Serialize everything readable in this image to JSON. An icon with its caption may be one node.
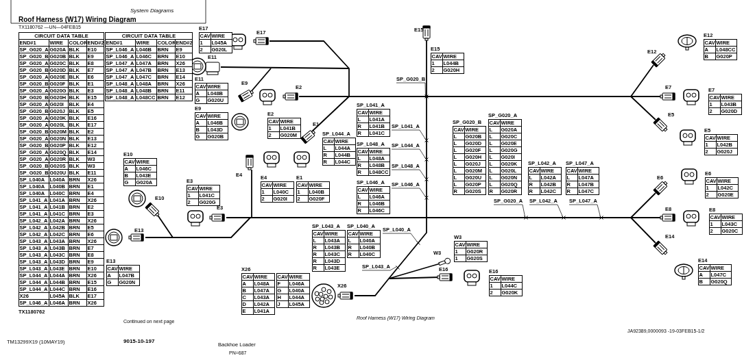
{
  "diagram": {
    "title": "Roof Harness (W17) Wiring Diagram",
    "caption": "Roof Harness (W17) Wiring Diagram",
    "nodes": [
      {
        "text": [
          "SP_G020_B"
        ]
      },
      {
        "text": [
          "SP_L041_A"
        ]
      },
      {
        "text": [
          "SP_L044_A"
        ]
      },
      {
        "text": [
          "SP_L048_A"
        ]
      },
      {
        "text": [
          "SP_L046_A"
        ]
      },
      {
        "text": [
          "SP_G020_A"
        ]
      },
      {
        "text": [
          "SP_L042_A"
        ]
      },
      {
        "text": [
          "SP_L047_A"
        ]
      },
      {
        "text": [
          "SP_L040_A"
        ]
      },
      {
        "text": [
          "SP_L043_A"
        ]
      },
      {
        "text": [],
        "shape": "cross"
      },
      {
        "text": [],
        "shape": "cross"
      },
      {
        "text": [],
        "shape": "cross"
      },
      {
        "text": [],
        "shape": "cross"
      },
      {
        "text": [],
        "shape": "cross"
      },
      {
        "text": [],
        "shape": "cross"
      },
      {
        "text": [],
        "shape": "cross"
      },
      {
        "text": [],
        "shape": "cross"
      },
      {
        "text": [],
        "shape": "cross"
      },
      {
        "text": [],
        "shape": "cross"
      }
    ],
    "edges": [
      {
        "from": 0,
        "to": 10,
        "arrow": "none"
      },
      {
        "from": 1,
        "to": 11,
        "arrow": "none"
      },
      {
        "from": 2,
        "to": 12,
        "arrow": "none"
      },
      {
        "from": 3,
        "to": 13,
        "arrow": "none"
      },
      {
        "from": 4,
        "to": 14,
        "arrow": "none"
      },
      {
        "from": 5,
        "to": 15,
        "arrow": "none"
      },
      {
        "from": 6,
        "to": 16,
        "arrow": "none"
      },
      {
        "from": 7,
        "to": 17,
        "arrow": "none"
      },
      {
        "from": 8,
        "to": 18,
        "arrow": "none"
      },
      {
        "from": 9,
        "to": 19,
        "arrow": "none"
      }
    ],
    "labels": [
      "System Diagrams",
      "TX1180762 —UN—04FEB15",
      "CIRCUIT DATA TABLE",
      "END#1",
      "WIRE",
      "COLOR",
      "END#2",
      "SP_G020_A",
      "G020A",
      "BLK",
      "E10",
      "SP_G020_B",
      "G020B",
      "BLK",
      "E9",
      "SP_G020_A",
      "G020C",
      "BLK",
      "E8",
      "SP_G020_B",
      "G020D",
      "BLK",
      "E7",
      "SP_G020_A",
      "G020E",
      "BLK",
      "E6",
      "SP_G020_B",
      "G020F",
      "BLK",
      "E1",
      "SP_G020_A",
      "G020G",
      "BLK",
      "E3",
      "SP_G020_B",
      "G020H",
      "BLK",
      "E15",
      "SP_G020_A",
      "G020I",
      "BLK",
      "E4",
      "SP_G020_B",
      "G020J",
      "BLK",
      "E5",
      "SP_G020_A",
      "G020K",
      "BLK",
      "E16",
      "SP_G020_A",
      "G020L",
      "BLK",
      "E17",
      "SP_G020_B",
      "G020M",
      "BLK",
      "E2",
      "SP_G020_A",
      "G020N",
      "BLK",
      "E13",
      "SP_G020_B",
      "G020P",
      "BLK",
      "E12",
      "SP_G020_A",
      "G020Q",
      "BLK",
      "E14",
      "SP_G020_A",
      "G020R",
      "BLK",
      "W3",
      "SP_G020_B",
      "G020S",
      "BLK",
      "W3",
      "SP_G020_B",
      "G020U",
      "BLK",
      "E11",
      "SP_L040A",
      "L040A",
      "BRN",
      "X26",
      "SP_L040A",
      "L040B",
      "BRN",
      "E1",
      "SP_L040A",
      "L040C",
      "BRN",
      "E4",
      "SP_L041_A",
      "L041A",
      "BRN",
      "X26",
      "SP_L041_A",
      "L041B",
      "BRN",
      "E2",
      "SP_L041_A",
      "L041C",
      "BRN",
      "E3",
      "SP_L042_A",
      "L042A",
      "BRN",
      "X26",
      "SP_L042_A",
      "L042B",
      "BRN",
      "E5",
      "SP_L042_A",
      "L042C",
      "BRN",
      "E6",
      "SP_L043_A",
      "L043A",
      "BRN",
      "X26",
      "SP_L043_A",
      "L043B",
      "BRN",
      "E7",
      "SP_L043_A",
      "L043C",
      "BRN",
      "E8",
      "SP_L043_A",
      "L043D",
      "BRN",
      "E9",
      "SP_L043_A",
      "L043E",
      "BRN",
      "E10",
      "SP_L044_A",
      "L044A",
      "BRN",
      "X26",
      "SP_L044_A",
      "L044B",
      "BRN",
      "E15",
      "SP_L044_A",
      "L044C",
      "BRN",
      "E16",
      "X26",
      "L045A",
      "BLK",
      "E17",
      "SP_L046_A",
      "L046A",
      "BRN",
      "X26",
      "CIRCUIT DATA TABLE",
      "END#1",
      "WIRE",
      "COLOR",
      "END#2",
      "SP_L046_A",
      "L046B",
      "BRN",
      "E9",
      "SP_L046_A",
      "L046C",
      "BRN",
      "E10",
      "SP_L047_A",
      "L047A",
      "BRN",
      "X26",
      "SP_L047_A",
      "L047B",
      "BRN",
      "E13",
      "SP_L047_A",
      "L047C",
      "BRN",
      "E14",
      "SP_L048_A",
      "L048A",
      "BRN",
      "X26",
      "SP_L048_A",
      "L048B",
      "BRN",
      "E11",
      "SP_L048_A",
      "L048CC",
      "BRN",
      "E12",
      "E17",
      "CAV",
      "WIRE",
      "1",
      "L045A",
      "2",
      "G020L",
      "E11",
      "CAV",
      "WIRE",
      "A",
      "L048B",
      "G",
      "G020U",
      "E9",
      "CAV",
      "WIRE",
      "A",
      "L046B",
      "B",
      "L043D",
      "G",
      "G020B",
      "E10",
      "CAV",
      "WIRE",
      "A",
      "L046C",
      "B",
      "L043E",
      "G",
      "G020A",
      "E3",
      "CAV",
      "WIRE",
      "1",
      "L041C",
      "2",
      "G020G",
      "E13",
      "CAV",
      "WIRE",
      "A",
      "L047B",
      "G",
      "G020N",
      "E2",
      "CAV",
      "WIRE",
      "1",
      "L041B",
      "2",
      "G020M",
      "E4",
      "CAV",
      "WIRE",
      "1",
      "L040C",
      "2",
      "G020I",
      "E1",
      "CAV",
      "WIRE",
      "1",
      "L040B",
      "2",
      "G020F",
      "E15",
      "CAV",
      "WIRE",
      "1",
      "L044B",
      "2",
      "G020H",
      "SP_L044_A",
      "CAV",
      "WIRE",
      "L",
      "L044A",
      "R",
      "L044B",
      "R",
      "L044C",
      "SP_L041_A",
      "CAV",
      "WIRE",
      "L",
      "L041A",
      "R",
      "L041B",
      "R",
      "L041C",
      "SP_L048_A",
      "CAV",
      "WIRE",
      "L",
      "L048A",
      "R",
      "L048B",
      "R",
      "L048CC",
      "SP_L046_A",
      "CAV",
      "WIRE",
      "L",
      "L046A",
      "R",
      "L046B",
      "R",
      "L046C",
      "SP_L043_A",
      "CAV",
      "WIRE",
      "L",
      "L043A",
      "R",
      "L043B",
      "R",
      "L043C",
      "R",
      "L043D",
      "R",
      "L043E",
      "SP_L040_A",
      "CAV",
      "WIRE",
      "L",
      "L040A",
      "R",
      "L040B",
      "R",
      "L040C",
      "X26",
      "CAV",
      "WIRE",
      "A",
      "L048A",
      "B",
      "L047A",
      "C",
      "L043A",
      "D",
      "L042A",
      "E",
      "L041A",
      "CAV",
      "WIRE",
      "F",
      "L046A",
      "G",
      "L040A",
      "H",
      "L044A",
      "J",
      "L045A",
      "SP_G020_B",
      "CAV",
      "WIRE",
      "L",
      "G020B",
      "L",
      "G020D",
      "L",
      "G020F",
      "L",
      "G020H",
      "L",
      "G020J",
      "L",
      "G020M",
      "L",
      "G020U",
      "L",
      "G020P",
      "R",
      "G020S",
      "SP_G020_A",
      "CAV",
      "WIRE",
      "L",
      "G020A",
      "L",
      "G020C",
      "L",
      "G020E",
      "L",
      "G020G",
      "L",
      "G020I",
      "L",
      "G020K",
      "L",
      "G020L",
      "L",
      "G020N",
      "L",
      "G020Q",
      "R",
      "G020R",
      "SP_L042_A",
      "CAV",
      "WIRE",
      "L",
      "L042A",
      "R",
      "L042B",
      "R",
      "L042C",
      "SP_L047_A",
      "CAV",
      "WIRE",
      "L",
      "L047A",
      "R",
      "L047B",
      "R",
      "L047C",
      "W3",
      "CAV",
      "WIRE",
      "1",
      "G020R",
      "1",
      "G020S",
      "E16",
      "CAV",
      "WIRE",
      "1",
      "L044C",
      "2",
      "G020K",
      "E12",
      "CAV",
      "WIRE",
      "A",
      "L048CC",
      "B",
      "G020P",
      "E7",
      "CAV",
      "WIRE",
      "1",
      "L043B",
      "2",
      "G020D",
      "E5",
      "CAV",
      "WIRE",
      "1",
      "L042B",
      "2",
      "G020J",
      "E6",
      "CAV",
      "WIRE",
      "1",
      "L042C",
      "2",
      "G020E",
      "E8",
      "CAV",
      "WIRE",
      "1",
      "L043C",
      "2",
      "G020C",
      "E14",
      "CAV",
      "WIRE",
      "A",
      "L047C",
      "B",
      "G020Q",
      "E17",
      "E11",
      "E9",
      "E2",
      "E1",
      "E4",
      "E3",
      "E10",
      "E13",
      "E15",
      "W3",
      "E16",
      "X26",
      "E12",
      "E7",
      "E5",
      "E6",
      "E8",
      "E14",
      "TX1180762",
      "Continued on next page",
      "JA92389,0000093 -19-03FEB15-1/2",
      "TM13299X19 (10MAY19)",
      "9015-10-197",
      "Backhoe Loader",
      "PN=687"
    ]
  }
}
